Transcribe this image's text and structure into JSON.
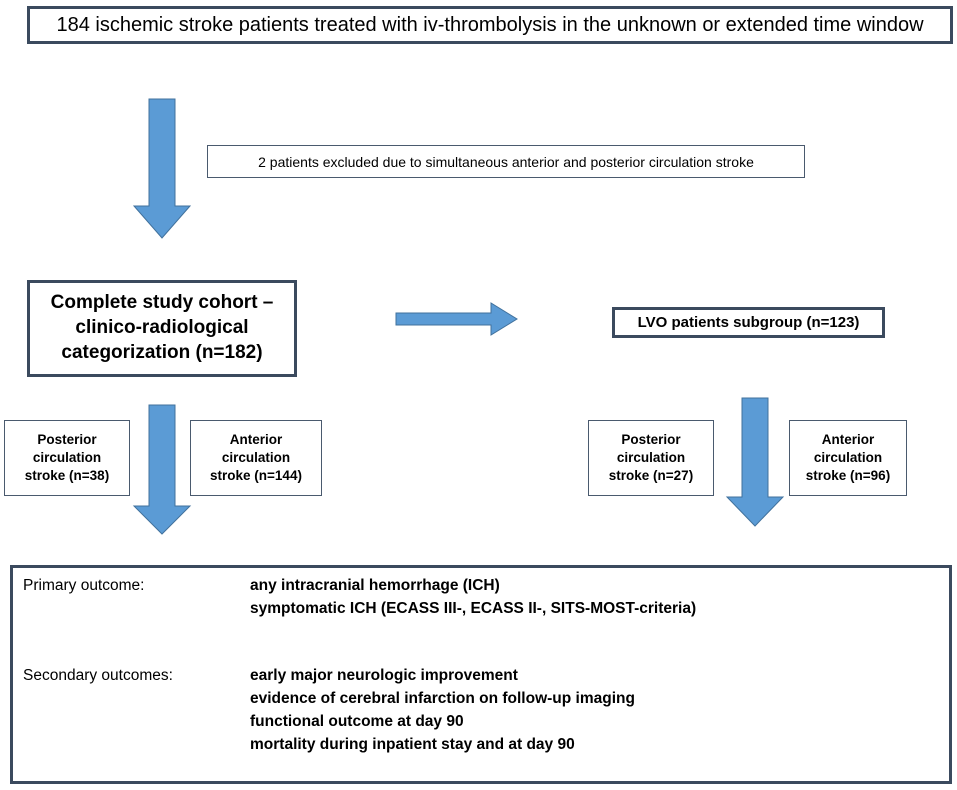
{
  "title": "184 ischemic stroke patients treated with iv-thrombolysis in the unknown or extended time window",
  "exclusion": "2 patients excluded due to simultaneous anterior and posterior circulation stroke",
  "cohort": {
    "lines": [
      "Complete study cohort –",
      "clinico-radiological",
      "categorization (n=182)"
    ]
  },
  "lvo": "LVO patients subgroup (n=123)",
  "cohort_groups": {
    "posterior": [
      "Posterior",
      "circulation",
      "stroke (n=38)"
    ],
    "anterior": [
      "Anterior",
      "circulation",
      "stroke (n=144)"
    ]
  },
  "lvo_groups": {
    "posterior": [
      "Posterior",
      "circulation",
      "stroke (n=27)"
    ],
    "anterior": [
      "Anterior",
      "circulation",
      "stroke (n=96)"
    ]
  },
  "outcomes": {
    "primary_label": "Primary outcome:",
    "primary_items": [
      "any intracranial hemorrhage (ICH)",
      "symptomatic ICH (ECASS III-, ECASS II-, SITS-MOST-criteria)"
    ],
    "secondary_label": "Secondary outcomes:",
    "secondary_items": [
      "early major neurologic improvement",
      "evidence of cerebral infarction on follow-up imaging",
      "functional outcome at day 90",
      "mortality during inpatient stay and at day 90"
    ]
  },
  "colors": {
    "arrow_fill": "#5b9bd5",
    "arrow_stroke": "#41719c",
    "border": "#3b4a5e"
  }
}
